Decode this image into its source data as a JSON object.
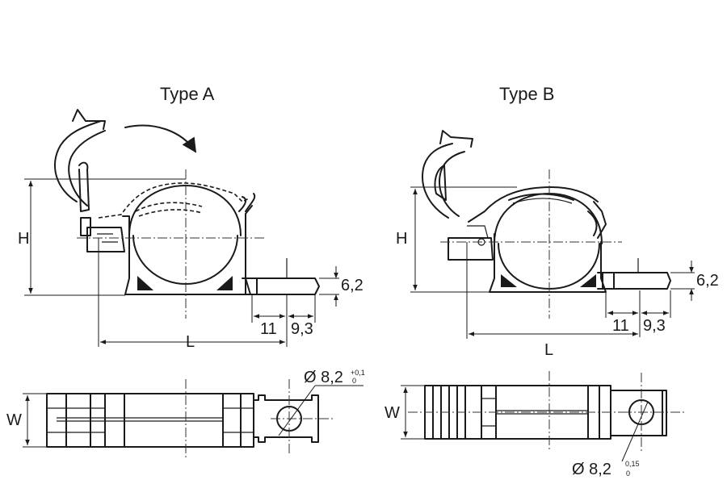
{
  "type_a": {
    "title": "Type A",
    "dim_h": "H",
    "dim_l": "L",
    "dim_w": "W",
    "dim_height": "6,2",
    "dim_11": "11",
    "dim_9_3": "9,3",
    "hole_diameter": "Ø 8,2",
    "hole_tolerance_upper": "+0,1",
    "hole_tolerance_lower": "0"
  },
  "type_b": {
    "title": "Type B",
    "dim_h": "H",
    "dim_l": "L",
    "dim_w": "W",
    "dim_height": "6,2",
    "dim_11": "11",
    "dim_9_3": "9,3",
    "hole_diameter": "Ø 8,2",
    "hole_tolerance_upper": "0,15",
    "hole_tolerance_lower": "0"
  }
}
